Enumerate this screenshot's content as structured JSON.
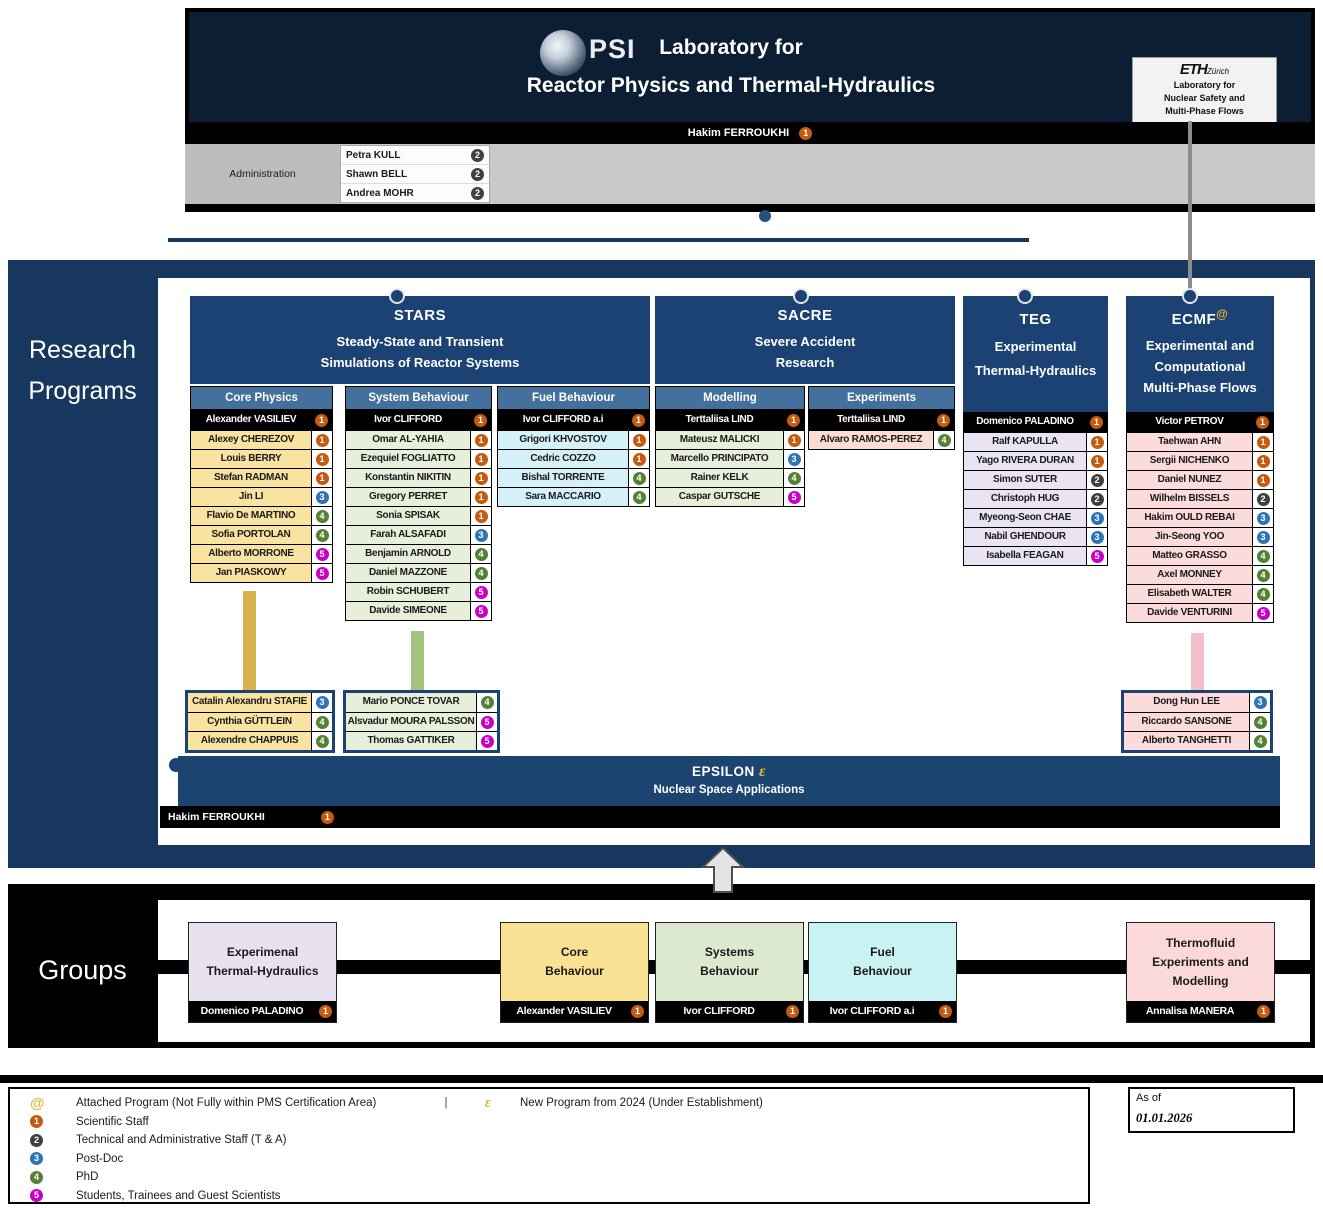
{
  "badge_colors": {
    "1": "#C55A11",
    "2": "#404040",
    "3": "#2E75B6",
    "4": "#548235",
    "5": "#C800C8"
  },
  "header": {
    "psi": "PSI",
    "title1": "Laboratory for",
    "title2": "Reactor Physics and Thermal-Hydraulics",
    "eth": {
      "logo": "ETH",
      "city": "Zürich",
      "lines": [
        "Laboratory for",
        "Nuclear Safety and",
        "Multi-Phase Flows"
      ]
    },
    "head": {
      "name": "Hakim FERROUKHI",
      "badge": "1"
    },
    "admin": {
      "label": "Administration",
      "members": [
        {
          "name": "Petra KULL",
          "badge": "2"
        },
        {
          "name": "Shawn BELL",
          "badge": "2"
        },
        {
          "name": "Andrea MOHR",
          "badge": "2"
        }
      ]
    }
  },
  "research": {
    "label_lines": [
      "Research",
      "Programs"
    ],
    "programs": [
      {
        "title": "STARS",
        "title_suffix": "",
        "subtitle_lines": [
          "Steady-State and Transient",
          "Simulations of Reactor Systems"
        ]
      },
      {
        "title": "SACRE",
        "title_suffix": "",
        "subtitle_lines": [
          "Severe Accident",
          "Research"
        ]
      },
      {
        "title": "TEG",
        "title_suffix": "",
        "subtitle_lines": [
          "Experimental",
          "Thermal-Hydraulics"
        ]
      },
      {
        "title": "ECMF",
        "title_suffix": "@",
        "subtitle_lines": [
          "Experimental and",
          "Computational",
          "Multi-Phase Flows"
        ]
      }
    ],
    "columns": {
      "core_physics": {
        "header": "Core Physics",
        "color": "#F9E3A0",
        "leader": {
          "name": "Alexander VASILIEV",
          "badge": "1"
        },
        "members": [
          {
            "name": "Alexey CHEREZOV",
            "badge": "1"
          },
          {
            "name": "Louis BERRY",
            "badge": "1"
          },
          {
            "name": "Stefan RADMAN",
            "badge": "1"
          },
          {
            "name": "Jin LI",
            "badge": "3"
          },
          {
            "name": "Flavio De MARTINO",
            "badge": "4"
          },
          {
            "name": "Sofia PORTOLAN",
            "badge": "4"
          },
          {
            "name": "Alberto MORRONE",
            "badge": "5"
          },
          {
            "name": "Jan PIASKOWY",
            "badge": "5"
          }
        ]
      },
      "system_behaviour": {
        "header": "System Behaviour",
        "color": "#E7EFDB",
        "leader": {
          "name": "Ivor CLIFFORD",
          "badge": "1"
        },
        "members": [
          {
            "name": "Omar AL-YAHIA",
            "badge": "1"
          },
          {
            "name": "Ezequiel FOGLIATTO",
            "badge": "1"
          },
          {
            "name": "Konstantin NIKITIN",
            "badge": "1"
          },
          {
            "name": "Gregory PERRET",
            "badge": "1"
          },
          {
            "name": "Sonia SPISAK",
            "badge": "1"
          },
          {
            "name": "Farah ALSAFADI",
            "badge": "3"
          },
          {
            "name": "Benjamin ARNOLD",
            "badge": "4"
          },
          {
            "name": "Daniel MAZZONE",
            "badge": "4"
          },
          {
            "name": "Robin SCHUBERT",
            "badge": "5"
          },
          {
            "name": "Davide SIMEONE",
            "badge": "5"
          }
        ]
      },
      "fuel_behaviour": {
        "header": "Fuel Behaviour",
        "color": "#D4F1F7",
        "leader": {
          "name": "Ivor CLIFFORD a.i",
          "badge": "1"
        },
        "members": [
          {
            "name": "Grigori KHVOSTOV",
            "badge": "1"
          },
          {
            "name": "Cedric COZZO",
            "badge": "1"
          },
          {
            "name": "Bishal TORRENTE",
            "badge": "4"
          },
          {
            "name": "Sara MACCARIO",
            "badge": "4"
          }
        ]
      },
      "modelling": {
        "header": "Modelling",
        "color": "#E7EFDB",
        "leader": {
          "name": "Terttaliisa LIND",
          "badge": "1"
        },
        "members": [
          {
            "name": "Mateusz MALICKI",
            "badge": "1"
          },
          {
            "name": "Marcello PRINCIPATO",
            "badge": "3"
          },
          {
            "name": "Rainer KELK",
            "badge": "4"
          },
          {
            "name": "Caspar GUTSCHE",
            "badge": "5"
          }
        ]
      },
      "experiments": {
        "header": "Experiments",
        "color": "#FBDDD4",
        "leader": {
          "name": "Terttaliisa LIND",
          "badge": "1"
        },
        "members": [
          {
            "name": "Alvaro RAMOS-PEREZ",
            "badge": "4"
          }
        ]
      },
      "teg": {
        "color": "#EAE4F2",
        "leader": {
          "name": "Domenico PALADINO",
          "badge": "1"
        },
        "members": [
          {
            "name": "Ralf KAPULLA",
            "badge": "1"
          },
          {
            "name": "Yago RIVERA DURAN",
            "badge": "1"
          },
          {
            "name": "Simon SUTER",
            "badge": "2"
          },
          {
            "name": "Christoph HUG",
            "badge": "2"
          },
          {
            "name": "Myeong-Seon CHAE",
            "badge": "3"
          },
          {
            "name": "Nabil GHENDOUR",
            "badge": "3"
          },
          {
            "name": "Isabella FEAGAN",
            "badge": "5"
          }
        ]
      },
      "ecmf": {
        "color": "#FBDBDB",
        "leader": {
          "name": "Victor PETROV",
          "badge": "1"
        },
        "members": [
          {
            "name": "Taehwan AHN",
            "badge": "1"
          },
          {
            "name": "Sergii NICHENKO",
            "badge": "1"
          },
          {
            "name": "Daniel NUNEZ",
            "badge": "1"
          },
          {
            "name": "Wilhelm BISSELS",
            "badge": "2"
          },
          {
            "name": "Hakim OULD REBAI",
            "badge": "3"
          },
          {
            "name": "Jin-Seong YOO",
            "badge": "3"
          },
          {
            "name": "Matteo GRASSO",
            "badge": "4"
          },
          {
            "name": "Axel MONNEY",
            "badge": "4"
          },
          {
            "name": "Elisabeth WALTER",
            "badge": "4"
          },
          {
            "name": "Davide VENTURINI",
            "badge": "5"
          }
        ]
      }
    },
    "sub_boxes": {
      "core": {
        "color": "#F9E3A0",
        "members": [
          {
            "name": "Catalin Alexandru STAFIE",
            "badge": "3"
          },
          {
            "name": "Cynthia GÜTTLEIN",
            "badge": "4"
          },
          {
            "name": "Alexendre CHAPPUIS",
            "badge": "4"
          }
        ]
      },
      "system": {
        "color": "#E7EFDB",
        "members": [
          {
            "name": "Mario PONCE TOVAR",
            "badge": "4"
          },
          {
            "name": "Alsvadur MOURA PALSSON",
            "badge": "5"
          },
          {
            "name": "Thomas GATTIKER",
            "badge": "5"
          }
        ]
      },
      "ecmf": {
        "color": "#FBDBDB",
        "members": [
          {
            "name": "Dong Hun LEE",
            "badge": "3"
          },
          {
            "name": "Riccardo SANSONE",
            "badge": "4"
          },
          {
            "name": "Alberto TANGHETTI",
            "badge": "4"
          }
        ]
      }
    },
    "epsilon": {
      "title": "EPSILON",
      "symbol": "ε",
      "subtitle": "Nuclear Space Applications",
      "leader": {
        "name": "Hakim FERROUKHI",
        "badge": "1"
      }
    }
  },
  "groups": {
    "label": "Groups",
    "items": [
      {
        "name_lines": [
          "Experimenal",
          "Thermal-Hydraulics"
        ],
        "color": "#E8E1F0",
        "leader": {
          "name": "Domenico PALADINO",
          "badge": "1"
        }
      },
      {
        "name_lines": [
          "Core",
          "Behaviour"
        ],
        "color": "#FAE294",
        "leader": {
          "name": "Alexander VASILIEV",
          "badge": "1"
        }
      },
      {
        "name_lines": [
          "Systems",
          "Behaviour"
        ],
        "color": "#DCE9CF",
        "leader": {
          "name": "Ivor CLIFFORD",
          "badge": "1"
        }
      },
      {
        "name_lines": [
          "Fuel",
          "Behaviour"
        ],
        "color": "#C9F2F4",
        "leader": {
          "name": "Ivor CLIFFORD a.i",
          "badge": "1"
        }
      },
      {
        "name_lines": [
          "Thermofluid",
          "Experiments and",
          "Modelling"
        ],
        "color": "#FBD9D9",
        "leader": {
          "name": "Annalisa MANERA",
          "badge": "1"
        }
      }
    ]
  },
  "legend": {
    "symbols": [
      {
        "symbol": "@",
        "text": "Attached Program (Not Fully within PMS Certification Area)"
      },
      {
        "symbol": "ε",
        "text": "New Program from 2024 (Under Establishment)"
      }
    ],
    "separator": "|",
    "badges": [
      {
        "badge": "1",
        "text": "Scientific Staff"
      },
      {
        "badge": "2",
        "text": "Technical and Administrative Staff (T & A)"
      },
      {
        "badge": "3",
        "text": "Post-Doc"
      },
      {
        "badge": "4",
        "text": "PhD"
      },
      {
        "badge": "5",
        "text": "Students, Trainees and Guest Scientists"
      }
    ]
  },
  "as_of": {
    "label": "As of",
    "date": "01.01.2026"
  }
}
